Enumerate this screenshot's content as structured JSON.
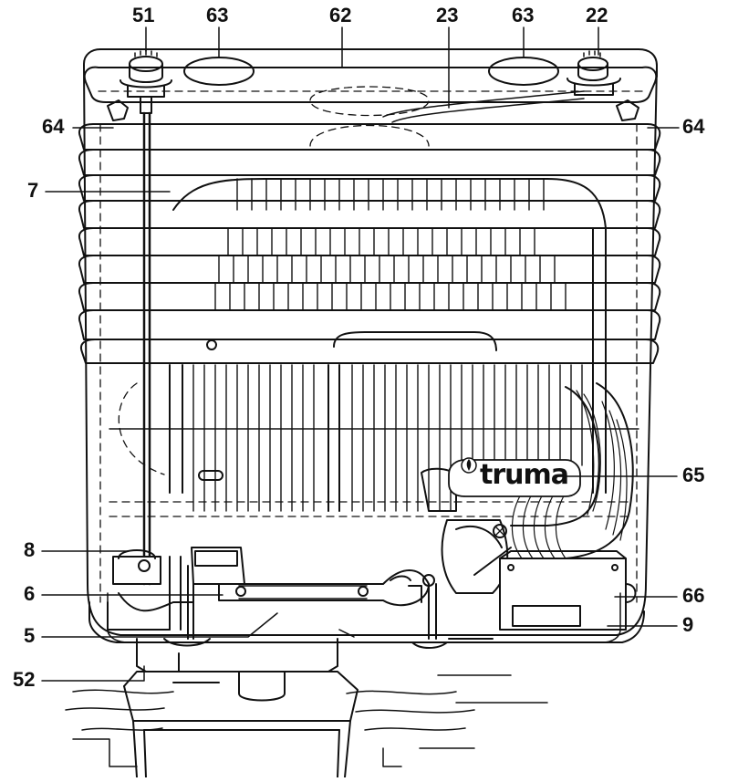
{
  "diagram": {
    "brand": "truma",
    "callouts": {
      "c51": "51",
      "c63_left": "63",
      "c62": "62",
      "c23": "23",
      "c63_right": "63",
      "c22": "22",
      "c64_left": "64",
      "c64_right": "64",
      "c7": "7",
      "c65": "65",
      "c8": "8",
      "c6": "6",
      "c66": "66",
      "c5": "5",
      "c9": "9",
      "c52": "52"
    }
  }
}
